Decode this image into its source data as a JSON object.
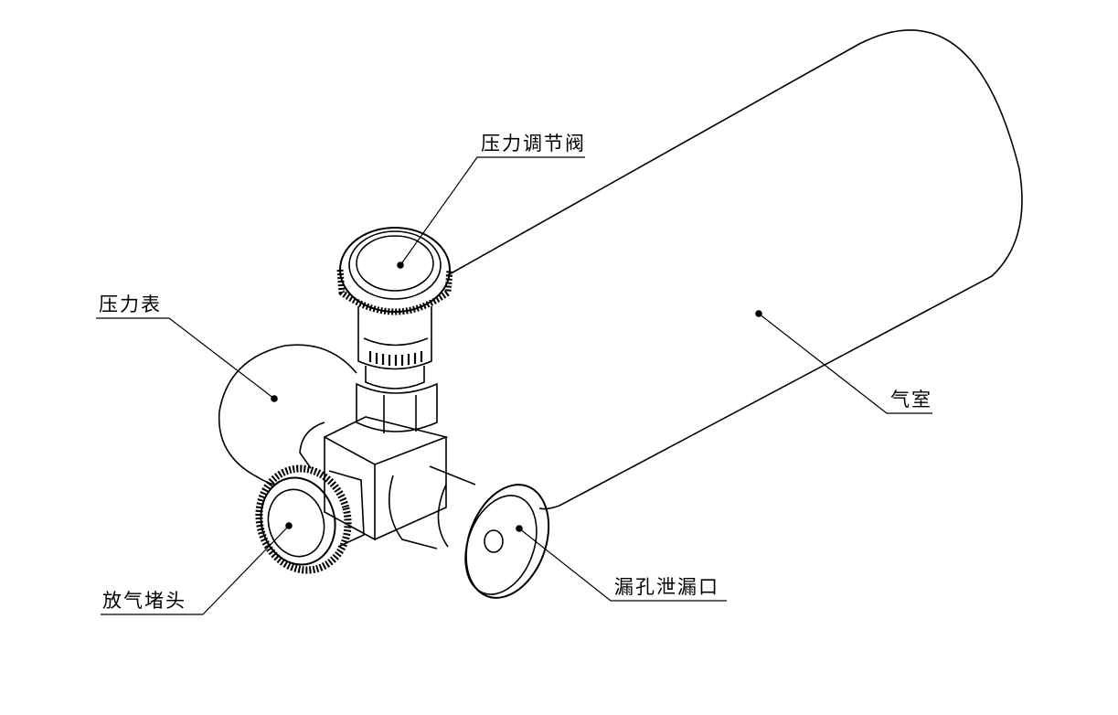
{
  "labels": {
    "regulator": "压力调节阀",
    "gauge": "压力表",
    "chamber": "气室",
    "bleed_plug": "放气堵头",
    "leak_port": "漏孔泄漏口"
  },
  "colors": {
    "line": "#000000",
    "background": "#ffffff"
  }
}
